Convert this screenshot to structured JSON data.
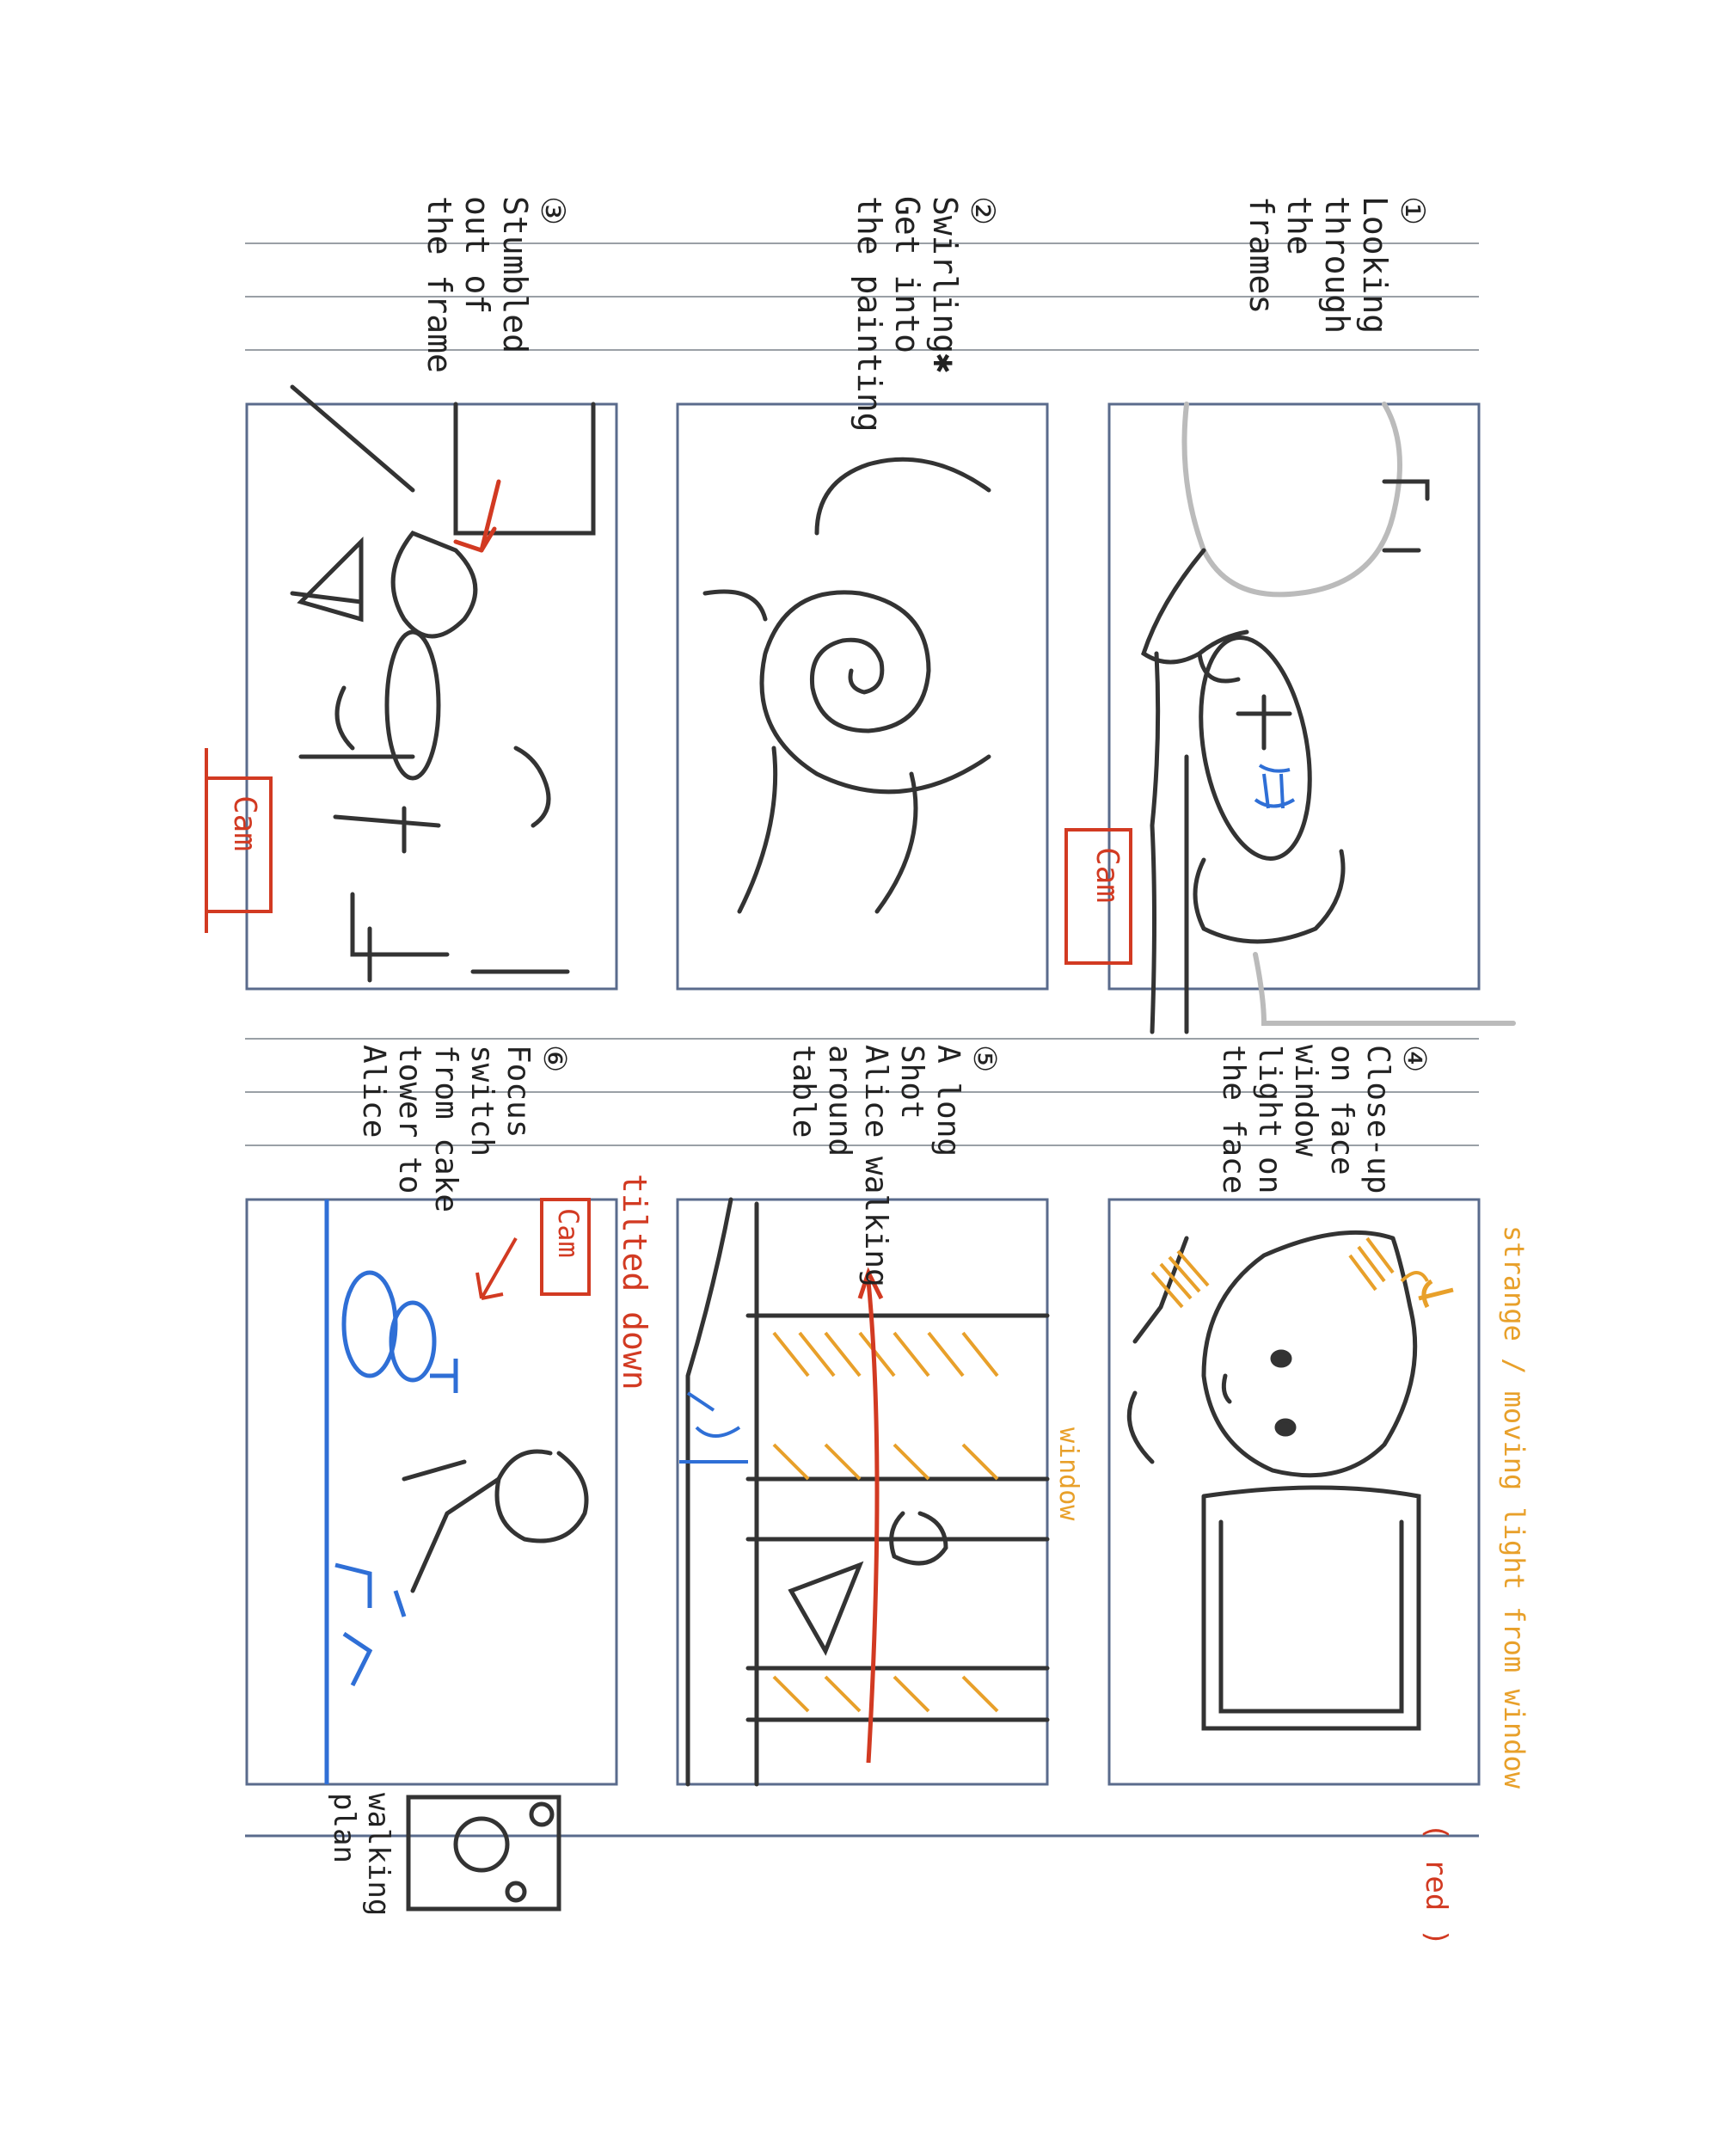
{
  "colors": {
    "panel_border": "#5a6b8c",
    "sketch": "#333333",
    "red": "#d23a22",
    "orange": "#e8a02a",
    "blue": "#2f6fd6",
    "grey": "#bdbdbd"
  },
  "shots": [
    {
      "number": "①",
      "lines": [
        "Looking",
        "through",
        "the",
        "frames"
      ]
    },
    {
      "number": "②",
      "lines": [
        "Swirling✱",
        "Get into",
        "the painting"
      ]
    },
    {
      "number": "③",
      "lines": [
        "Stumbled",
        "out of",
        "the frame"
      ]
    },
    {
      "number": "④",
      "lines": [
        "Close-up",
        "on face",
        "window",
        "light on",
        "the face"
      ]
    },
    {
      "number": "⑤",
      "lines": [
        "A long",
        "Shot",
        "Alice walking",
        "around",
        "table"
      ]
    },
    {
      "number": "⑥",
      "lines": [
        "Focus",
        "switch",
        "from cake",
        "tower to",
        "Alice"
      ]
    }
  ],
  "annotations": {
    "cam_1": "Cam",
    "cam_3": "Cam",
    "cam_6": "Cam",
    "tilted_down": "tilted down",
    "strange_light": "strange / moving light from window",
    "red_note": "( red )",
    "window": "window",
    "walking_plan": [
      "walking",
      "plan"
    ]
  }
}
